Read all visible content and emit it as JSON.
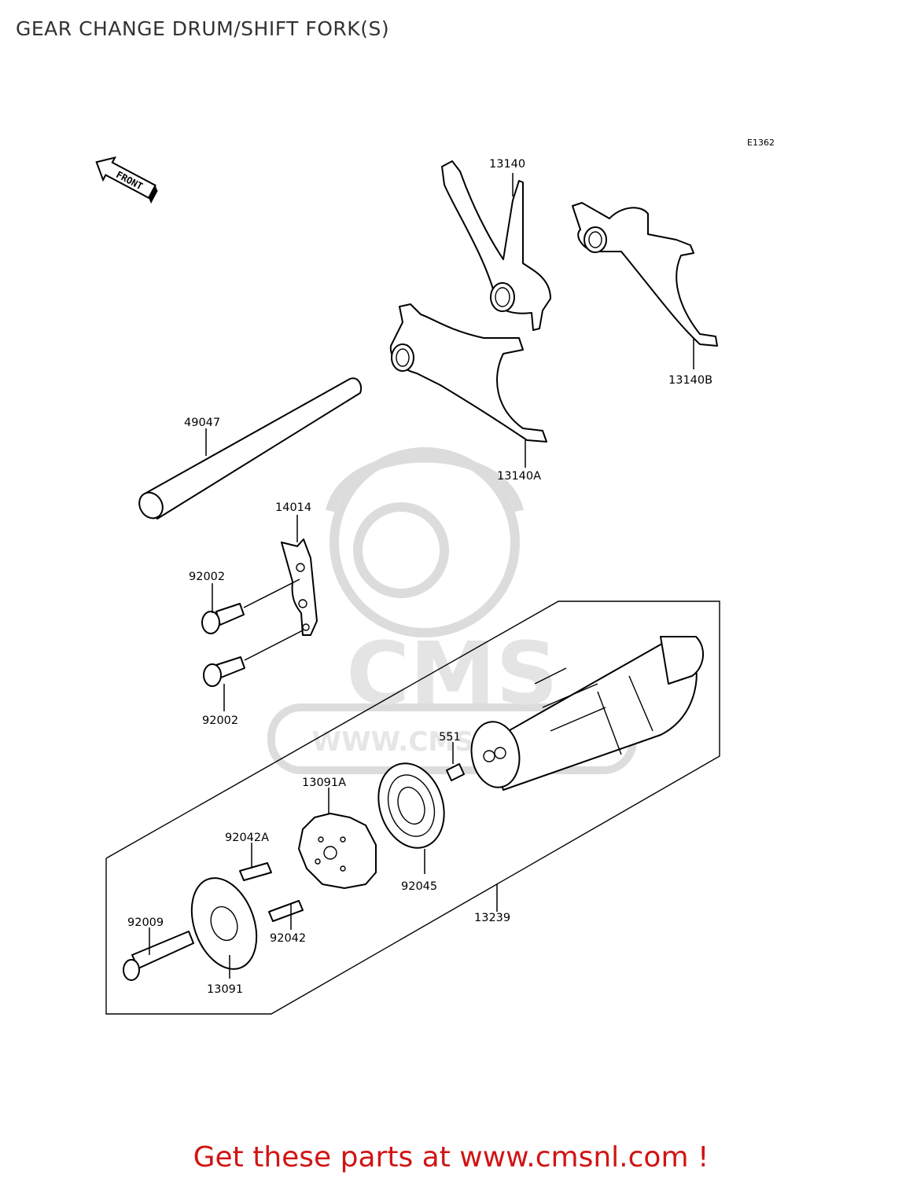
{
  "title": "GEAR CHANGE DRUM/SHIFT FORK(S)",
  "diagram_code": "E1362",
  "front_label": "FRONT",
  "watermark": {
    "brand": "CMS",
    "url": "WWW.CMSNL.COM"
  },
  "parts": [
    {
      "id": "13140",
      "label": "13140"
    },
    {
      "id": "13140B",
      "label": "13140B"
    },
    {
      "id": "13140A",
      "label": "13140A"
    },
    {
      "id": "49047",
      "label": "49047"
    },
    {
      "id": "14014",
      "label": "14014"
    },
    {
      "id": "92002_top",
      "label": "92002"
    },
    {
      "id": "92002_bottom",
      "label": "92002"
    },
    {
      "id": "551",
      "label": "551"
    },
    {
      "id": "13091A",
      "label": "13091A"
    },
    {
      "id": "92042A",
      "label": "92042A"
    },
    {
      "id": "92045",
      "label": "92045"
    },
    {
      "id": "13239",
      "label": "13239"
    },
    {
      "id": "92009",
      "label": "92009"
    },
    {
      "id": "92042",
      "label": "92042"
    },
    {
      "id": "13091",
      "label": "13091"
    }
  ],
  "footer": "Get these parts at www.cmsnl.com !",
  "colors": {
    "footer": "#d11414",
    "title": "#333333",
    "watermark": "#d9d9d9"
  }
}
